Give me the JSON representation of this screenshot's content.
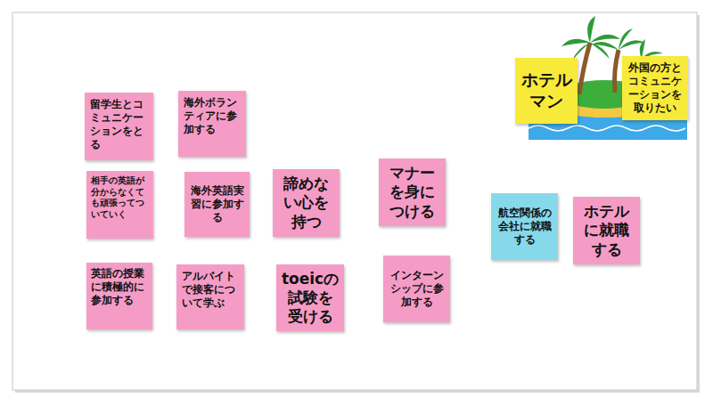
{
  "diagram": {
    "nodes": [
      {
        "text": [
          "ホテルマン"
        ]
      },
      {
        "text": [
          "外国の方とコミュニケーションを取りたい"
        ]
      },
      {
        "text": [
          "留学生とコミュニケーションをとる"
        ]
      },
      {
        "text": [
          "海外ボランティアに参加する"
        ]
      },
      {
        "text": [
          "相手の英語が分からなくても頑張ってついていく"
        ]
      },
      {
        "text": [
          "海外英語実習に参加する"
        ]
      },
      {
        "text": [
          "諦めない心を持つ"
        ]
      },
      {
        "text": [
          "マナーを身につける"
        ]
      },
      {
        "text": [
          "航空関係の会社に就職する"
        ]
      },
      {
        "text": [
          "ホテルに就職する"
        ]
      },
      {
        "text": [
          "英語の授業に積極的に参加する"
        ]
      },
      {
        "text": [
          "アルバイトで接客について学ぶ"
        ]
      },
      {
        "text": [
          "toeicの試験を受ける"
        ]
      },
      {
        "text": [
          "インターンシップに参加する"
        ]
      }
    ]
  }
}
